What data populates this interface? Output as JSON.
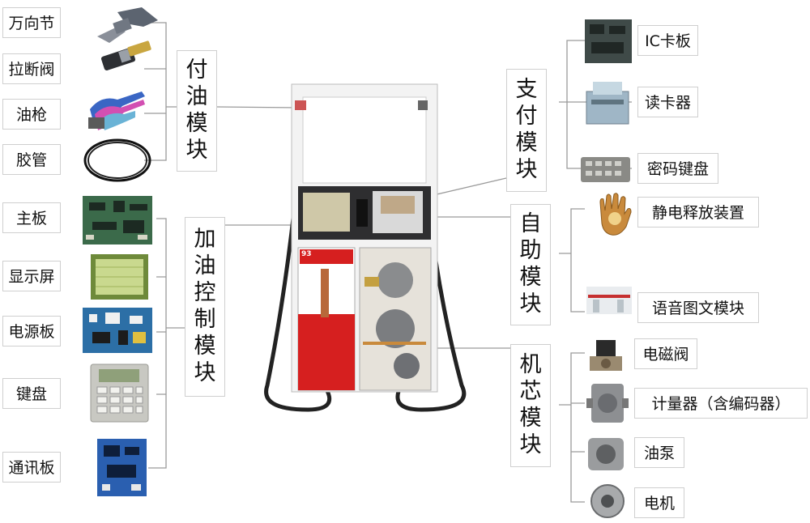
{
  "left_groups": [
    {
      "title": "付油模块",
      "items": [
        "万向节",
        "拉断阀",
        "油枪",
        "胶管"
      ]
    },
    {
      "title": "加油控制模块",
      "items": [
        "主板",
        "显示屏",
        "电源板",
        "键盘",
        "通讯板"
      ]
    }
  ],
  "right_groups": [
    {
      "title": "支付模块",
      "items": [
        "IC卡板",
        "读卡器",
        "密码键盘"
      ]
    },
    {
      "title": "自助模块",
      "items": [
        "静电释放装置",
        "语音图文模块"
      ]
    },
    {
      "title": "机芯模块",
      "items": [
        "电磁阀",
        "计量器（含编码器）",
        "油泵",
        "电机"
      ]
    }
  ],
  "dispenser": {
    "grade_label": "93",
    "pump_brand": ""
  },
  "colors": {
    "line": "#9a9a9a",
    "box_border": "#cfcfcf",
    "dispenser_red": "#d61f1f"
  }
}
